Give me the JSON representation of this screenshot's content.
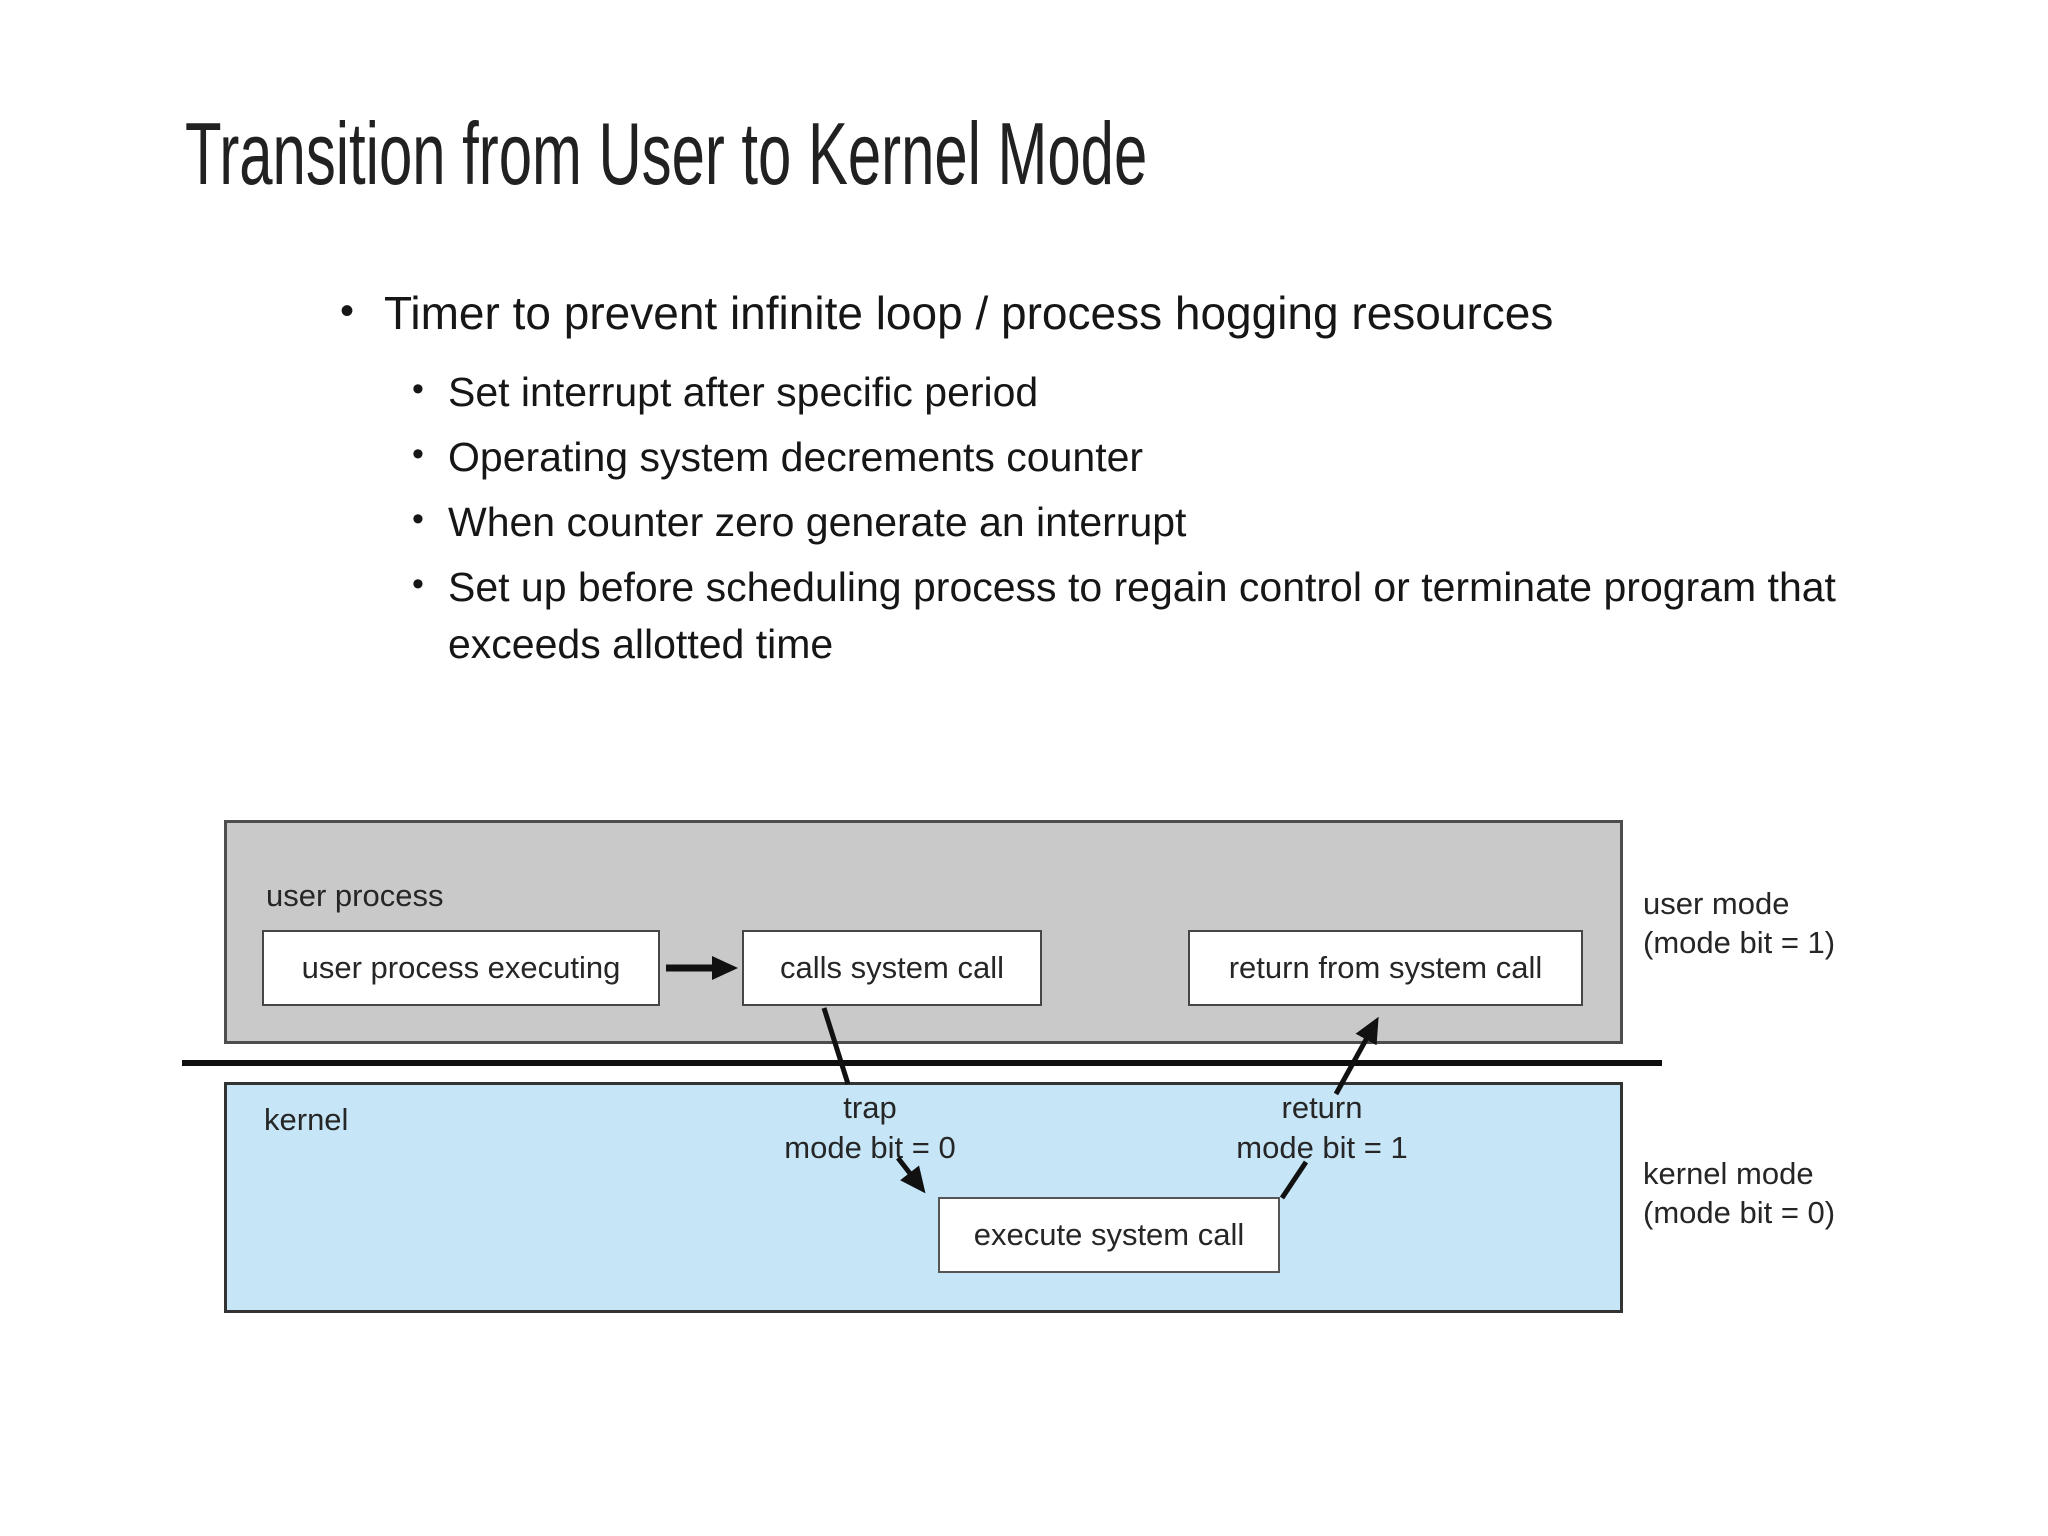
{
  "slide": {
    "title": "Transition from User to Kernel Mode",
    "bullet_level1": "Timer to prevent infinite loop / process hogging resources",
    "bullets_level2": [
      "Set interrupt after specific period",
      "Operating system decrements counter",
      "When counter zero generate an interrupt",
      "Set up before scheduling process to regain control or terminate program that exceeds allotted time"
    ]
  },
  "diagram": {
    "user_region_label": "user process",
    "kernel_region_label": "kernel",
    "boxes": {
      "user_process_executing": "user process executing",
      "calls_system_call": "calls system call",
      "return_from_system_call": "return from system call",
      "execute_system_call": "execute system call"
    },
    "transitions": {
      "trap_line1": "trap",
      "trap_line2": "mode bit = 0",
      "return_line1": "return",
      "return_line2": "mode bit = 1"
    },
    "side_labels": {
      "user_mode_line1": "user mode",
      "user_mode_line2": "(mode bit = 1)",
      "kernel_mode_line1": "kernel mode",
      "kernel_mode_line2": "(mode bit = 0)"
    },
    "colors": {
      "user_region_fill": "#c9c9c9",
      "kernel_region_fill": "#c6e6f8",
      "box_fill": "#ffffff",
      "box_border": "#464646",
      "divider": "#0f0f0f"
    }
  }
}
